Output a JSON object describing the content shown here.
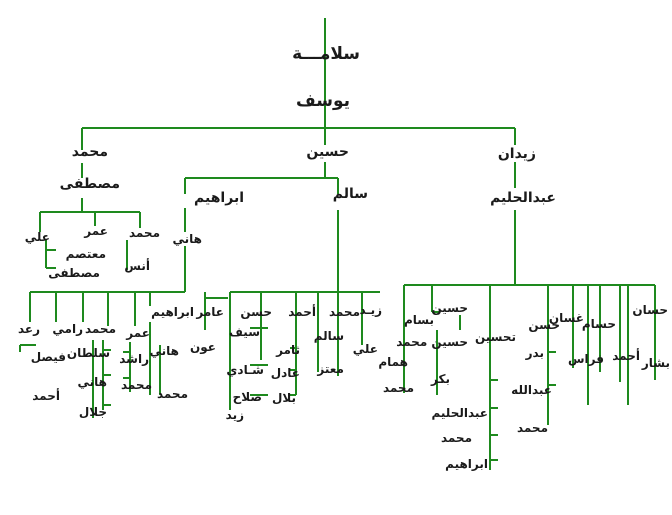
{
  "line_color": "#1e8a1e",
  "text_color": "#1a1a1a",
  "tree": {
    "root": "سلامـــة",
    "level1": "يوسف",
    "sons": {
      "mohammed": "محمد",
      "hussein": "حسين",
      "zaidan": "زيدان"
    },
    "mohammed_son": "مصطفى",
    "hussein_sons": {
      "ibrahim": "ابراهيم",
      "salem": "سالم"
    },
    "zaidan_son": "عبدالحليم",
    "mustafa_sons": {
      "ali": "علي",
      "omar": "عمر",
      "mohammed": "محمد",
      "mutasim": "معتصم",
      "mustafa": "مصطفى",
      "anas": "أنس"
    },
    "ibrahim_son": "هاني",
    "hani_sons": {
      "raad": "رعد",
      "rami": "رامي",
      "mohammed": "محمد",
      "omar": "عمر",
      "amer": "عامر",
      "ibrahim": "ابراهيم",
      "faisal": "فيصل",
      "ahmed": "أحمد",
      "sultan": "سلطان",
      "hani": "هاني",
      "jalal": "جلال",
      "rashed": "راشد",
      "mohammed2": "محمد",
      "hani2": "هاني",
      "mohammed3": "محمد",
      "aoun": "عون"
    },
    "salem_sons": {
      "hassan": "حسن",
      "ahmed": "أحمد",
      "mohammed": "محمد",
      "zaid": "زيـد",
      "saif": "سيف",
      "shadi": "شـادي",
      "salah": "صلاح",
      "zaid2": "زيد",
      "salem": "سالم",
      "thamer": "ثامر",
      "adel": "عادل",
      "moataz": "معتز",
      "bilal": "بلال",
      "ali": "علي"
    },
    "abdulhalim_sons": {
      "bassam": "بسام",
      "hussein": "حسين",
      "hussein_mohammed": "حسين محمد",
      "tahseen": "تحسين",
      "hassan": "حسن",
      "ghassan": "غسان",
      "hossam": "حسام",
      "hassan2": "حسان",
      "hammam": "همام",
      "mohammed": "محمد",
      "bakr": "بكر",
      "abdulhalim": "عبدالحليم",
      "mohammed2": "محمد",
      "ibrahim": "ابراهيم",
      "badr": "بدر",
      "abdullah": "عبدالله",
      "mohammed3": "محمد",
      "firas": "فراس",
      "ahmed": "أحمد",
      "bashar": "بشار"
    }
  }
}
